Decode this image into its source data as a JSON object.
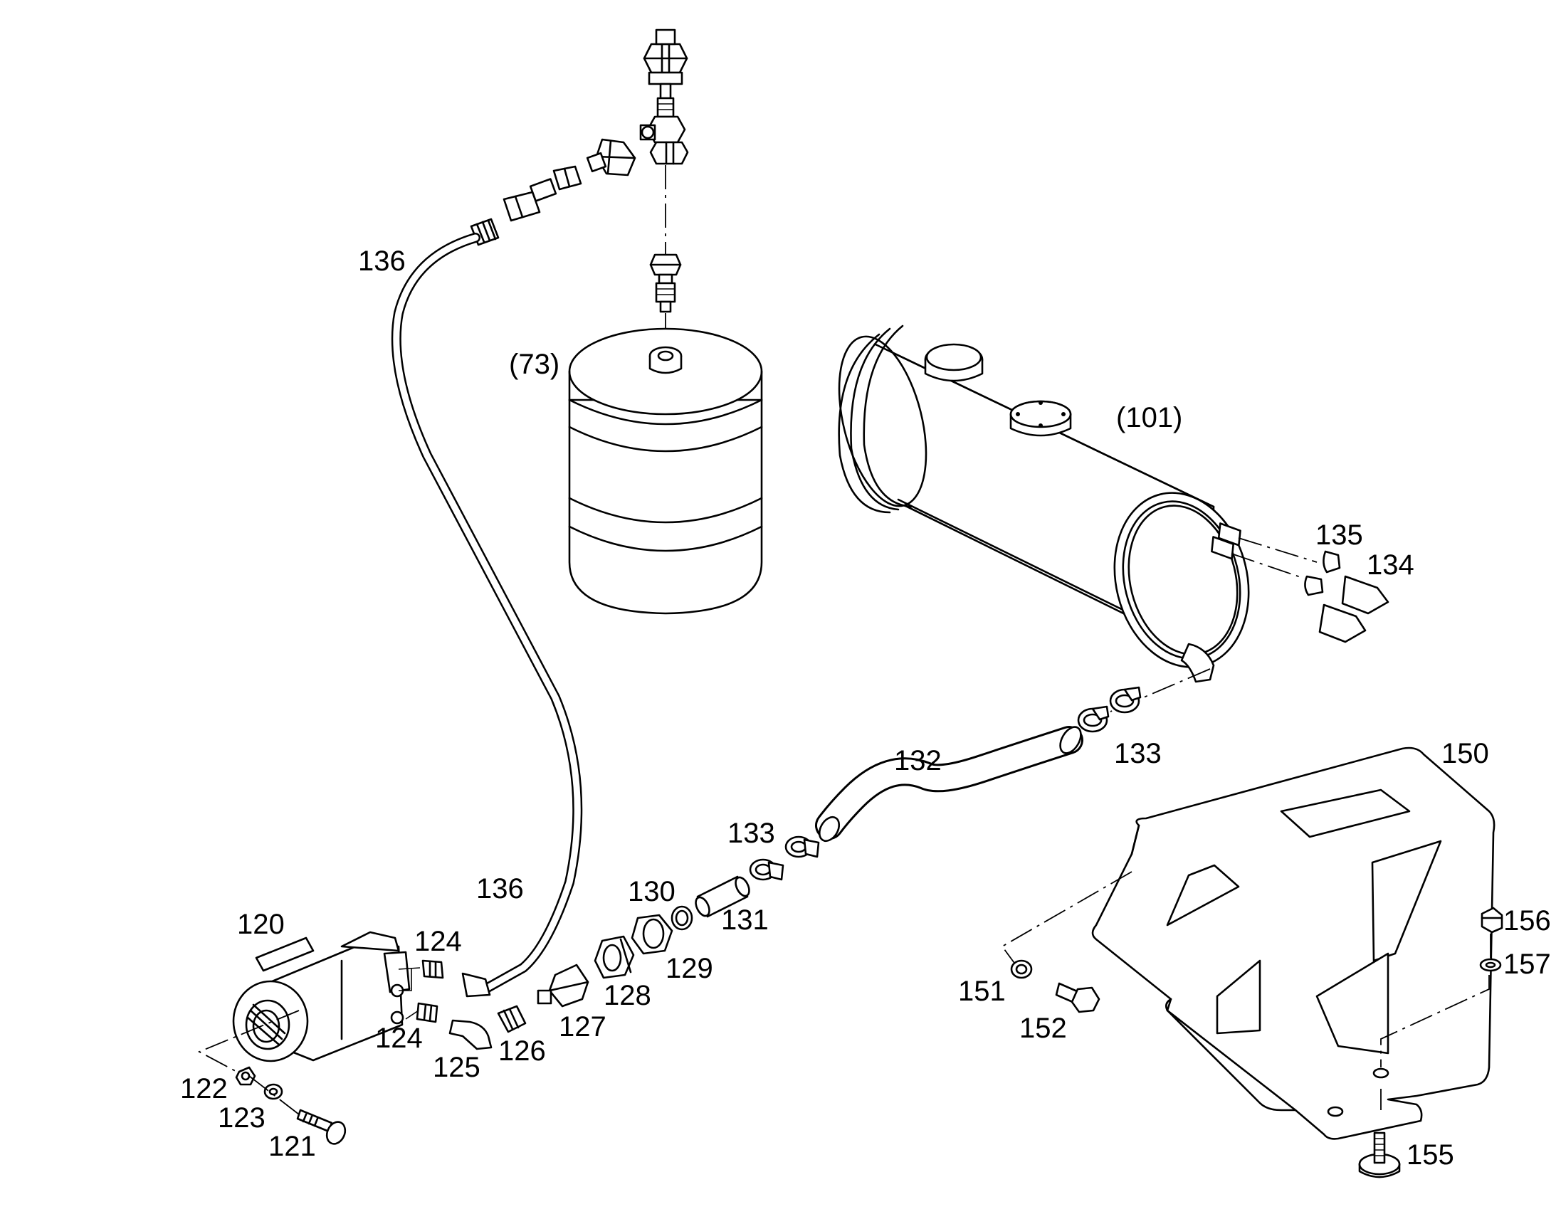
{
  "callouts": {
    "c136a": "136",
    "c136b": "136",
    "c73": "(73)",
    "c101": "(101)",
    "c135": "135",
    "c134": "134",
    "c132": "132",
    "c133a": "133",
    "c133b": "133",
    "c150": "150",
    "c130": "130",
    "c131": "131",
    "c129": "129",
    "c128": "128",
    "c127": "127",
    "c126": "126",
    "c125": "125",
    "c124a": "124",
    "c124b": "124",
    "c120": "120",
    "c122": "122",
    "c123": "123",
    "c121": "121",
    "c151": "151",
    "c152": "152",
    "c155": "155",
    "c156": "156",
    "c157": "157"
  }
}
